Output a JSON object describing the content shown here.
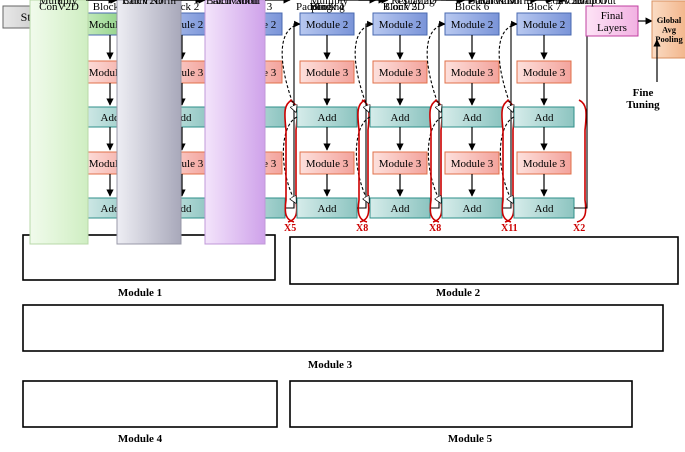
{
  "colors": {
    "stem": "#c8c8c8",
    "module1": "#8fd18a",
    "module2": "#8fa8e0",
    "module3": "#f6b5b0",
    "add": "#9fd0cc",
    "final": "#f7c8ec",
    "gap": "#f7c9a4",
    "depthconv": "#dff5d5",
    "batchnorm": "#c9c9d6",
    "activation": "#e3c8f2",
    "globalavg": "#f6c9a8",
    "rescaling": "#d8b8b4",
    "zeropad": "#5fcfa0",
    "multiply": "#9ed88a",
    "dropout": "#e07a5f",
    "bracket": "#cc0000"
  },
  "stem": "Stem",
  "blocks": [
    {
      "label": "Block 1",
      "top_module": "Module 1",
      "repeat": "X2"
    },
    {
      "label": "Block 2",
      "top_module": "Module 2",
      "repeat": "X5"
    },
    {
      "label": "Block 3",
      "top_module": "Module 2",
      "repeat": "X5"
    },
    {
      "label": "Block 4",
      "top_module": "Module 2",
      "repeat": "X8"
    },
    {
      "label": "Block 5",
      "top_module": "Module 2",
      "repeat": "X8"
    },
    {
      "label": "Block 6",
      "top_module": "Module 2",
      "repeat": "X11"
    },
    {
      "label": "Block 7",
      "top_module": "Module 2",
      "repeat": "X2"
    }
  ],
  "inner": {
    "module3": "Module 3",
    "add": "Add"
  },
  "final_layers": [
    "Final",
    "Layers"
  ],
  "global_avg_pooling": [
    "Global",
    "Avg",
    "Pooling"
  ],
  "fine_tuning": [
    "Fine",
    "Tuning"
  ],
  "modules": {
    "module1": {
      "caption": "Module 1",
      "items": [
        [
          "Depth",
          "ConV2D"
        ],
        [
          "Batch Norm"
        ],
        [
          "Activation"
        ]
      ]
    },
    "module2": {
      "caption": "Module 2",
      "items": [
        [
          "Global avg",
          "pooling"
        ],
        [
          "Rescaling"
        ],
        [
          "ConV2D"
        ],
        [
          "ConV2D"
        ]
      ]
    },
    "module3": {
      "caption": "Module 3",
      "items": [
        [
          "Depth",
          "ConV2D"
        ],
        [
          "Batch Norm"
        ],
        [
          "Activation"
        ],
        [
          "Zero",
          "Padding"
        ],
        [
          "Depth",
          "ConV2D"
        ],
        [
          "Batch Norm"
        ],
        [
          "Activation"
        ]
      ]
    },
    "module4": {
      "caption": "Module 4",
      "items": [
        [
          "Multiply"
        ],
        [
          "ConV2D"
        ],
        [
          "Batch Norm"
        ]
      ]
    },
    "module5": {
      "caption": "Module 5",
      "items": [
        [
          "Multiply"
        ],
        [
          "ConV2D"
        ],
        [
          "Batch Norm"
        ],
        [
          "Drop Out"
        ]
      ]
    }
  }
}
